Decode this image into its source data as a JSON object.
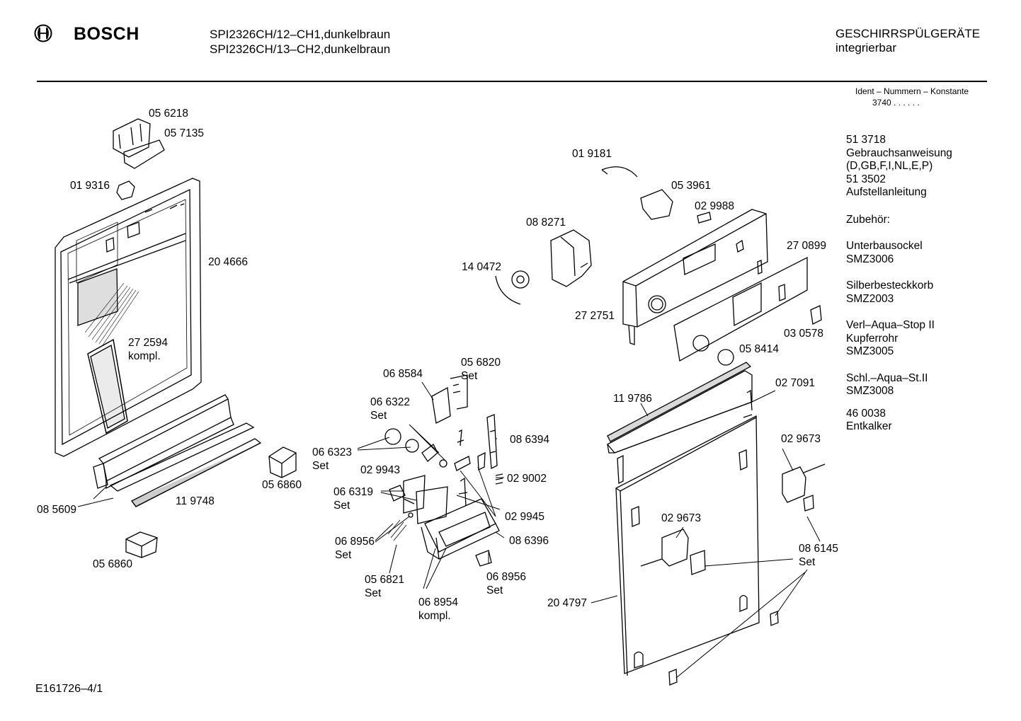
{
  "header": {
    "brand": "BOSCH",
    "model_lines": [
      "SPI2326CH/12–CH1,dunkelbraun",
      "SPI2326CH/13–CH2,dunkelbraun"
    ],
    "category_lines": [
      "GESCHIRRSPÜLGERÄTE",
      "integrierbar"
    ]
  },
  "ident": {
    "title": "Ident – Nummern – Konstante",
    "number": "3740 . . . . . ."
  },
  "sidebar": [
    {
      "lines": [
        "51 3718",
        "Gebrauchsanweisung",
        "(D,GB,F,I,NL,E,P)",
        "51 3502",
        "Aufstellanleitung"
      ]
    },
    {
      "lines": [
        "Zubehör:"
      ]
    },
    {
      "lines": [
        "Unterbausockel",
        "SMZ3006"
      ]
    },
    {
      "lines": [
        "Silberbesteckkorb",
        "SMZ2003"
      ]
    },
    {
      "lines": [
        "Verl–Aqua–Stop II",
        "Kupferrohr",
        "SMZ3005"
      ]
    },
    {
      "lines": [
        "Schl.–Aqua–St.II",
        "SMZ3008"
      ]
    },
    {
      "lines": [
        "46 0038",
        "Entkalker"
      ]
    }
  ],
  "labels": [
    {
      "text": "05 6218"
    },
    {
      "text": "05 7135"
    },
    {
      "text": "01 9316"
    },
    {
      "text": "20 4666"
    },
    {
      "text": "27 2594\nkompl."
    },
    {
      "text": "08 5609"
    },
    {
      "text": "11 9748"
    },
    {
      "text": "05 6860"
    },
    {
      "text": "05 6860"
    },
    {
      "text": "06 8584"
    },
    {
      "text": "05 6820\nSet"
    },
    {
      "text": "06 6322\nSet"
    },
    {
      "text": "06 6323\nSet"
    },
    {
      "text": "08 6394"
    },
    {
      "text": "02 9943"
    },
    {
      "text": "02 9002"
    },
    {
      "text": "06 6319\nSet"
    },
    {
      "text": "02 9945"
    },
    {
      "text": "06 8956\nSet"
    },
    {
      "text": "08 6396"
    },
    {
      "text": "05 6821\nSet"
    },
    {
      "text": "06 8956\nSet"
    },
    {
      "text": "06 8954\nkompl."
    },
    {
      "text": "01 9181"
    },
    {
      "text": "05 3961"
    },
    {
      "text": "02 9988"
    },
    {
      "text": "08 8271"
    },
    {
      "text": "27 0899"
    },
    {
      "text": "14 0472"
    },
    {
      "text": "27 2751"
    },
    {
      "text": "03 0578"
    },
    {
      "text": "05 8414"
    },
    {
      "text": "02 7091"
    },
    {
      "text": "11 9786"
    },
    {
      "text": "02 9673"
    },
    {
      "text": "02 9673"
    },
    {
      "text": "08 6145\nSet"
    },
    {
      "text": "20 4797"
    }
  ],
  "footer": "E161726–4/1"
}
